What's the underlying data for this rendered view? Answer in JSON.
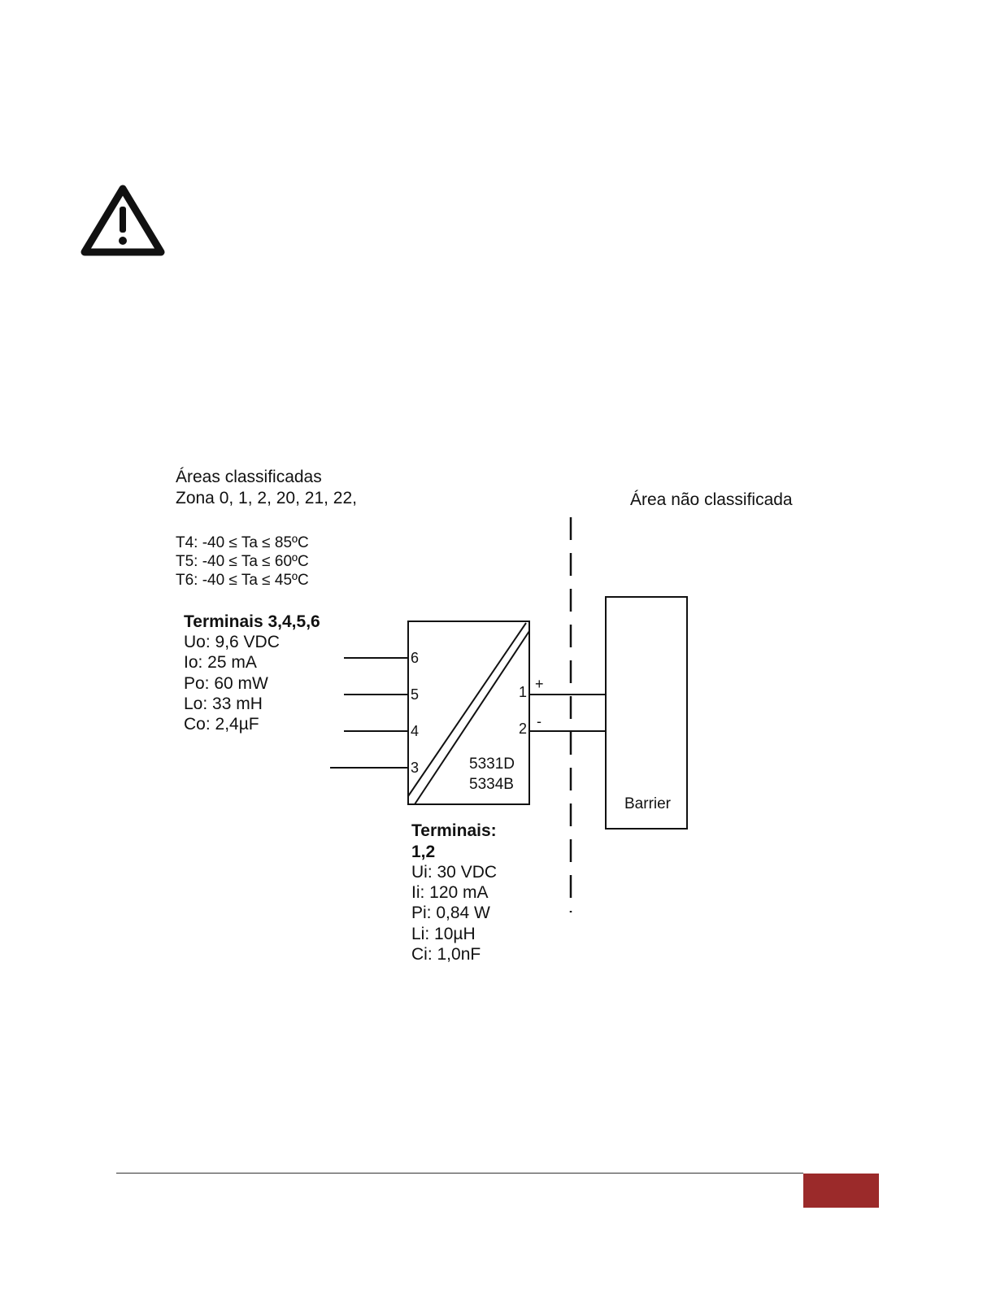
{
  "warning_icon": {
    "icon": "warning-triangle-icon"
  },
  "classified_area": {
    "title": "Áreas classificadas",
    "zones": "Zona 0, 1, 2, 20, 21, 22,",
    "temps": [
      "T4:  -40 ≤ Ta ≤ 85ºC",
      "T5:  -40 ≤ Ta ≤ 60ºC",
      "T6:  -40 ≤ Ta ≤ 45ºC"
    ]
  },
  "non_classified_area": {
    "title": "Área não classificada"
  },
  "terminals_3456": {
    "header": "Terminais 3,4,5,6",
    "params": [
      "Uo: 9,6 VDC",
      "Io:   25 mA",
      "Po:  60 mW",
      "Lo:  33 mH",
      "Co:  2,4µF"
    ]
  },
  "module": {
    "models": [
      "5331D",
      "5334B"
    ],
    "left_terminals": [
      "6",
      "5",
      "4",
      "3"
    ],
    "right_terminals": [
      "1",
      "2"
    ],
    "polarity": [
      "+",
      "-"
    ]
  },
  "barrier": {
    "label": "Barrier"
  },
  "terminals_12": {
    "header_line1": "Terminais:",
    "header_line2": "1,2",
    "params": [
      "Ui: 30 VDC",
      "Ii:   120 mA",
      "Pi:  0,84 W",
      "Li:  10µH",
      "Ci:  1,0nF"
    ]
  },
  "footer": {
    "accent_color": "#9b2a2a"
  }
}
